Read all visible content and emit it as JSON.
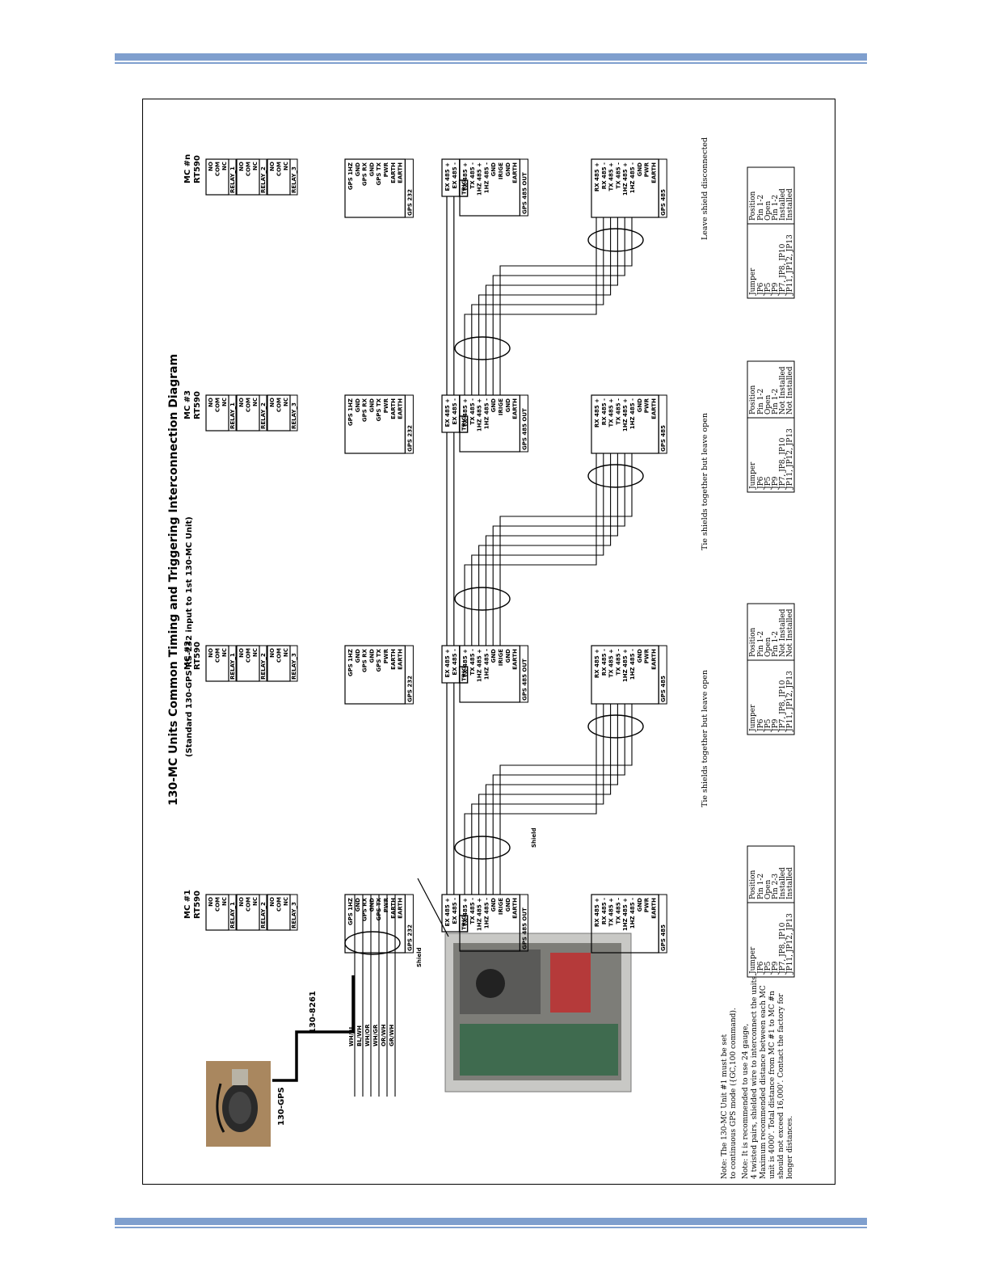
{
  "title": "130-MC Units Common Timing and Triggering Interconnection Diagram",
  "subtitle": "(Standard 130-GPS RS-232 input to 1st 130-MC Unit)",
  "gps_label": "130-GPS",
  "cable_label": "130-8261",
  "cable_wires": [
    "WH/BL",
    "BL/WH",
    "WH/OR",
    "WH/GR",
    "OR/WH",
    "GR/WH"
  ],
  "shield_label": "Shield",
  "units": [
    {
      "name": "MC #1",
      "model": "RT590"
    },
    {
      "name": "MC #2",
      "model": "RT590"
    },
    {
      "name": "MC #3",
      "model": "RT590"
    },
    {
      "name": "MC #n",
      "model": "RT590"
    }
  ],
  "ellipsis": ". . . . . . . . . . . . . . . . .",
  "relay": {
    "pins": [
      "NO",
      "COM",
      "NC"
    ],
    "labels": [
      "RELAY_1",
      "RELAY_2",
      "RELAY_3"
    ]
  },
  "gps232": {
    "pins": [
      "GPS 1HZ",
      "GND",
      "GPS RX",
      "GND",
      "GPS TX",
      "PWR",
      "EARTH",
      "EARTH"
    ],
    "label": "GPS 232"
  },
  "trig": {
    "pins": [
      "EX 485 +",
      "EX 485 -"
    ],
    "label": "TRIG"
  },
  "gps485out": {
    "pins": [
      "TX 485 +",
      "TX 485 -",
      "1HZ 485 +",
      "1HZ 485 -",
      "GND",
      "IRIGE",
      "GND",
      "EARTH"
    ],
    "label": "GPS 485 OUT"
  },
  "gps485": {
    "pins": [
      "RX 485 +",
      "RX 485 -",
      "TX 485 +",
      "TX 485 -",
      "1HZ 485 +",
      "1HZ 485 -",
      "GND",
      "PWR",
      "EARTH"
    ],
    "label": "GPS 485"
  },
  "shield_notes": {
    "mc2": "Tie shields together but leave open",
    "mc3": "Tie shields together but leave open",
    "mcn": "Leave shield disconnected"
  },
  "jumper_tables": [
    {
      "header": [
        "Jumper",
        "Position"
      ],
      "rows": [
        [
          "JP6",
          "Pin 1-2"
        ],
        [
          "JP5",
          "Open"
        ],
        [
          "JP9",
          "Pin 2-3"
        ],
        [
          "JP7, JP8, JP10",
          "Installed"
        ],
        [
          "JP11, JP12, JP13",
          "Installed"
        ]
      ]
    },
    {
      "header": [
        "Jumper",
        "Position"
      ],
      "rows": [
        [
          "JP6",
          "Pin 1-2"
        ],
        [
          "JP5",
          "Open"
        ],
        [
          "JP9",
          "Pin 1-2"
        ],
        [
          "JP7, JP8, JP10",
          "Not Installed"
        ],
        [
          "JP11, JP12, JP13",
          "Not Installed"
        ]
      ]
    },
    {
      "header": [
        "Jumper",
        "Position"
      ],
      "rows": [
        [
          "JP6",
          "Pin 1-2"
        ],
        [
          "JP5",
          "Open"
        ],
        [
          "JP9",
          "Pin 1-2"
        ],
        [
          "JP7, JP8, JP10",
          "Not Installed"
        ],
        [
          "JP11, JP12, JP13",
          "Not Installed"
        ]
      ]
    },
    {
      "header": [
        "Jumper",
        "Position"
      ],
      "rows": [
        [
          "JP6",
          "Pin 1-2"
        ],
        [
          "JP5",
          "Open"
        ],
        [
          "JP9",
          "Pin 1-2"
        ],
        [
          "JP7, JP8, JP10",
          "Installed"
        ],
        [
          "JP11, JP12, JP13",
          "Installed"
        ]
      ]
    }
  ],
  "note1": [
    "Note: The 130-MC Unit #1 must be set",
    "to continuous GPS mode ({GC,100 command)."
  ],
  "note2": [
    "Note: It is recommended to use 24 gauge,",
    "4 twisted pairs, shielded wire to interconnect the units.",
    "Maximum recommended distance between each MC",
    "unit is 4000'. Total distance from MC #1 to MC #n",
    "should not exceed 16,000'. Contact the factory for",
    "longer distances."
  ],
  "colors": {
    "accent_bar": "#7f9fce"
  }
}
